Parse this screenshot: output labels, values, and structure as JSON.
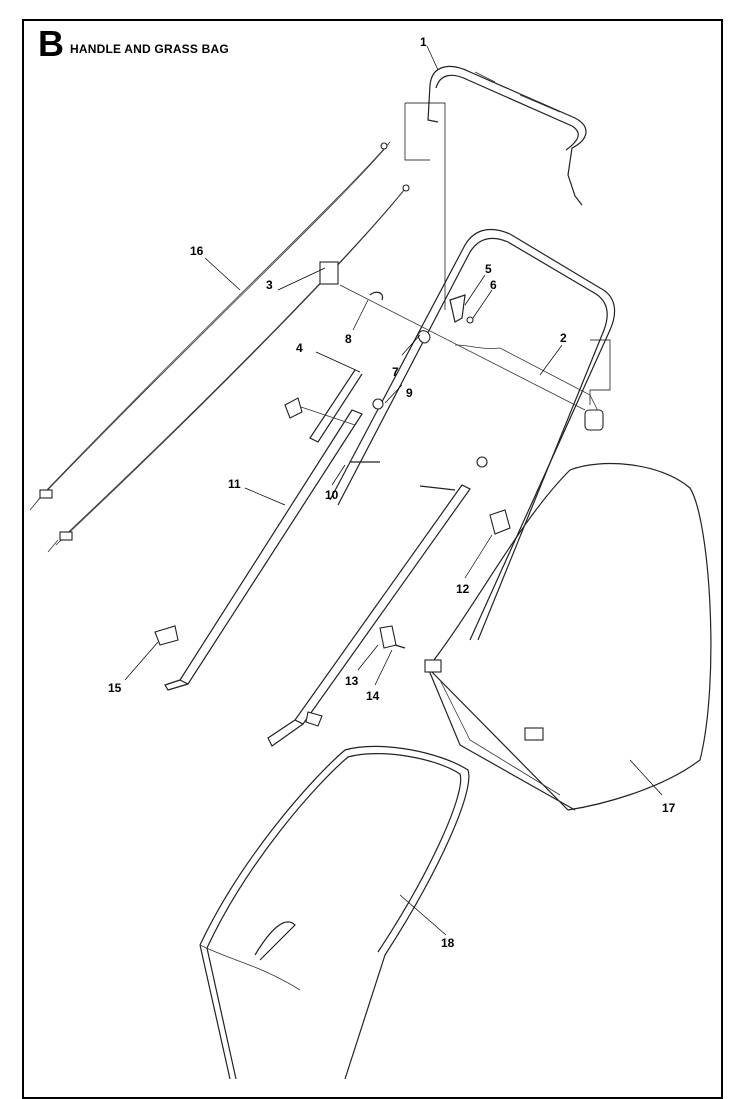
{
  "header": {
    "section_letter": "B",
    "title": "HANDLE AND GRASS BAG"
  },
  "callouts": [
    "1",
    "2",
    "3",
    "4",
    "5",
    "6",
    "7",
    "8",
    "9",
    "10",
    "11",
    "12",
    "13",
    "14",
    "15",
    "16",
    "17",
    "18"
  ],
  "colors": {
    "ink": "#000000",
    "paper": "#ffffff"
  }
}
